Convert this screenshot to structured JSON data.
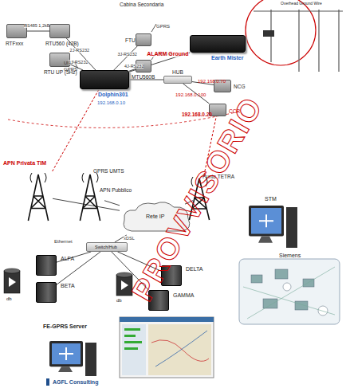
{
  "diagram": {
    "nodes": [
      {
        "text": [
          "RTFxxx"
        ]
      },
      {
        "text": [
          "RTU560 (42B)"
        ]
      },
      {
        "text": [
          "RTU UP (5Hz)"
        ]
      },
      {
        "text": [
          "Dolphin301"
        ]
      },
      {
        "text": [
          "FTU"
        ]
      },
      {
        "text": [
          "MTU560B"
        ]
      },
      {
        "text": [
          "HUB"
        ]
      },
      {
        "text": [
          "NCG"
        ]
      },
      {
        "text": [
          "CCR"
        ]
      },
      {
        "text": [
          "Earth Mister"
        ]
      },
      {
        "text": [
          "APN Privata TIM"
        ]
      },
      {
        "text": [
          "GPRS UMTS",
          "APN Pubblico"
        ]
      },
      {
        "text": [
          "Punto TETRA"
        ]
      },
      {
        "text": [
          "Rete IP"
        ]
      },
      {
        "text": [
          "Switch/Hub"
        ]
      },
      {
        "text": [
          "ALFA"
        ]
      },
      {
        "text": [
          "BETA"
        ]
      },
      {
        "text": [
          "DELTA"
        ]
      },
      {
        "text": [
          "GAMMA"
        ]
      },
      {
        "text": [
          "STM"
        ]
      },
      {
        "text": [
          "FE-GPRS Server"
        ]
      }
    ],
    "edges": [
      {
        "from": 0,
        "to": 1,
        "arrow": "none",
        "label": "RS485 1,2kB"
      },
      {
        "from": 1,
        "to": 3,
        "arrow": "none",
        "label": "2J-RS232"
      },
      {
        "from": 2,
        "to": 3,
        "arrow": "none",
        "label": "1J-RS232"
      },
      {
        "from": 3,
        "to": 4,
        "arrow": "none",
        "label": "3J-RS232"
      },
      {
        "from": 3,
        "to": 5,
        "arrow": "none",
        "label": "4J-RS232"
      },
      {
        "from": 3,
        "to": 9,
        "arrow": "none",
        "label": "ALARM Ground"
      },
      {
        "from": 3,
        "to": 6,
        "arrow": "none"
      },
      {
        "from": 6,
        "to": 7,
        "arrow": "none"
      },
      {
        "from": 6,
        "to": 8,
        "arrow": "none"
      },
      {
        "from": 10,
        "to": 13,
        "arrow": "none"
      },
      {
        "from": 11,
        "to": 13,
        "arrow": "none"
      },
      {
        "from": 12,
        "to": 13,
        "arrow": "none"
      },
      {
        "from": 13,
        "to": 14,
        "arrow": "none",
        "label": "xDSL"
      },
      {
        "from": 14,
        "to": 15,
        "arrow": "none"
      },
      {
        "from": 14,
        "to": 16,
        "arrow": "none"
      },
      {
        "from": 14,
        "to": 17,
        "arrow": "none"
      },
      {
        "from": 14,
        "to": 18,
        "arrow": "none"
      },
      {
        "from": 10,
        "to": 3,
        "arrow": "none"
      },
      {
        "from": 12,
        "to": 8,
        "arrow": "none"
      }
    ],
    "labels": [
      "Cabina Secondaria",
      "Overhead Ground Wire",
      "GPRS",
      "TETRA",
      "UMTS",
      "GPRS",
      "192.168.0.10",
      "192.168.0.70",
      "192.168.0.100",
      "192.168.0.20",
      "Ethernet",
      "db",
      "db",
      "Siemens",
      "PROVVISORIO",
      "AGFL Consulting"
    ]
  }
}
